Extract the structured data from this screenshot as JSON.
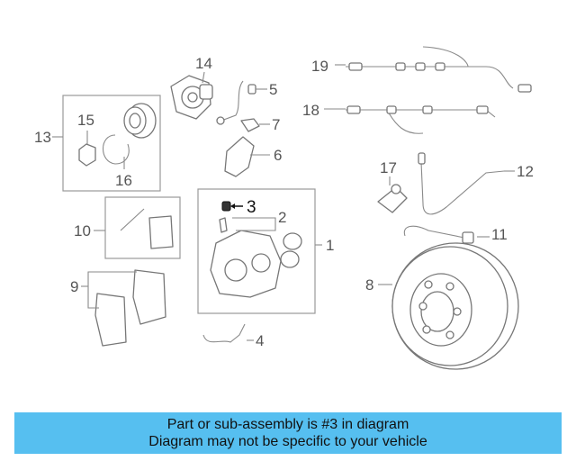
{
  "callouts": {
    "c1": "1",
    "c2": "2",
    "c3": "3",
    "c4": "4",
    "c5": "5",
    "c6": "6",
    "c7": "7",
    "c8": "8",
    "c9": "9",
    "c10": "10",
    "c11": "11",
    "c12": "12",
    "c13": "13",
    "c14": "14",
    "c15": "15",
    "c16": "16",
    "c17": "17",
    "c18": "18",
    "c19": "19"
  },
  "highlighted_part": "3",
  "banner": {
    "line1": "Part or sub-assembly is #3 in diagram",
    "line2": "Diagram may not be specific to your vehicle",
    "color": "#56bff0"
  }
}
